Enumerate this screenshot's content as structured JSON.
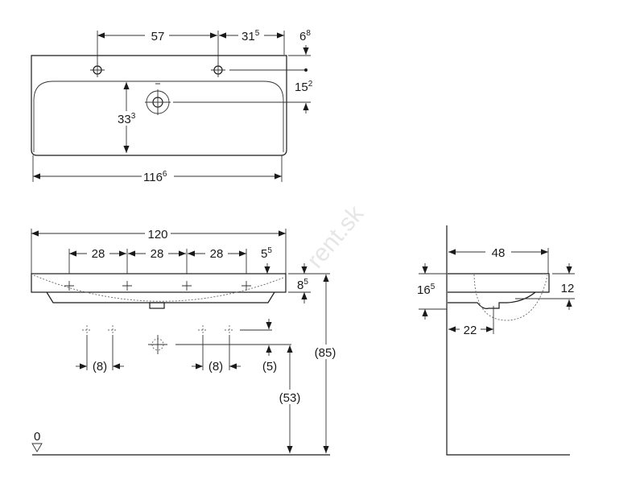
{
  "watermark": "rent.sk",
  "top_view": {
    "dim_holes": "57",
    "dim_right_main": "31",
    "dim_right_sup": "5",
    "dim_top_main": "6",
    "dim_top_sup": "8",
    "dim_drain_main": "15",
    "dim_drain_sup": "2",
    "dim_depth_main": "33",
    "dim_depth_sup": "3",
    "dim_width_main": "116",
    "dim_width_sup": "6"
  },
  "front_view": {
    "dim_total_width": "120",
    "dim_spacing": [
      "28",
      "28",
      "28"
    ],
    "dim_edge_main": "5",
    "dim_edge_sup": "5",
    "dim_rim_main": "8",
    "dim_rim_sup": "5",
    "dim_tap_left": "(8)",
    "dim_tap_right": "(8)",
    "dim_offset": "(5)",
    "dim_drain_height": "(53)",
    "dim_total_height": "(85)",
    "floor_level": "0"
  },
  "side_view": {
    "dim_depth": "48",
    "dim_overall_main": "16",
    "dim_overall_sup": "5",
    "dim_rim": "12",
    "dim_drain_offset": "22"
  }
}
